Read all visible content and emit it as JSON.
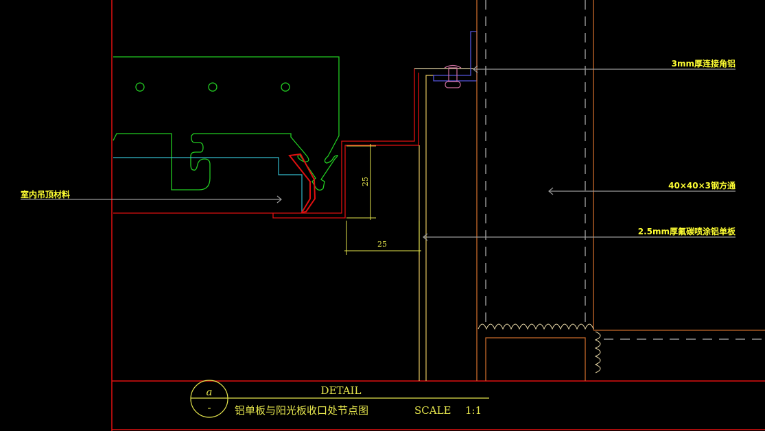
{
  "labels": {
    "angle_aluminum": "3mm厚连接角铝",
    "steel_tube": "40×40×3钢方通",
    "aluminum_panel": "2.5mm厚氟碳喷涂铝单板",
    "ceiling_material": "室内吊顶材料"
  },
  "dimensions": {
    "vertical": "25",
    "horizontal": "25"
  },
  "title_block": {
    "detail": "DETAIL",
    "symbol_top": "a",
    "symbol_bottom": "-",
    "title": "铝单板与阳光板收口处节点图",
    "scale_label": "SCALE",
    "scale_value": "1:1"
  },
  "colors": {
    "red": "#e01010",
    "green": "#22cc22",
    "cyan": "#33bbcc",
    "yellow": "#e6e64d",
    "orange": "#c86a2a",
    "blue": "#5555dd",
    "pink": "#d070a0",
    "grey": "#9a9a9a"
  }
}
